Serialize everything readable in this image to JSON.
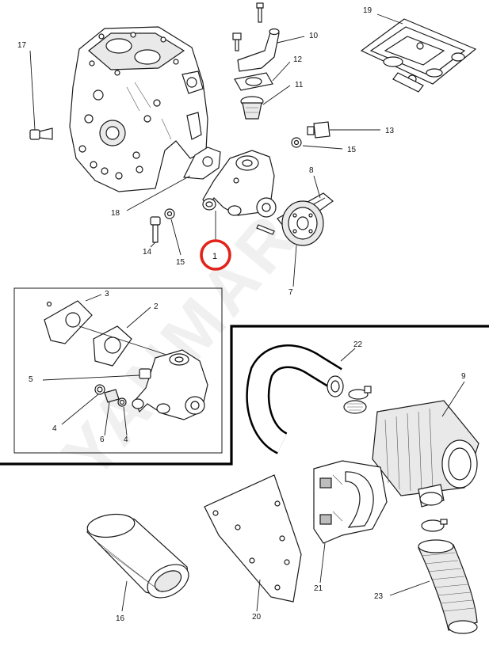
{
  "watermark": "YANMAR",
  "callouts": {
    "c1": "1",
    "c2": "2",
    "c3": "3",
    "c4a": "4",
    "c4b": "4",
    "c5": "5",
    "c6": "6",
    "c7": "7",
    "c8": "8",
    "c9": "9",
    "c10": "10",
    "c11": "11",
    "c12": "12",
    "c13": "13",
    "c14": "14",
    "c15a": "15",
    "c15b": "15",
    "c16": "16",
    "c17": "17",
    "c18": "18",
    "c19": "19",
    "c20": "20",
    "c21": "21",
    "c22": "22",
    "c23": "23"
  },
  "highlight": {
    "part": "1",
    "color": "#e2231a"
  }
}
